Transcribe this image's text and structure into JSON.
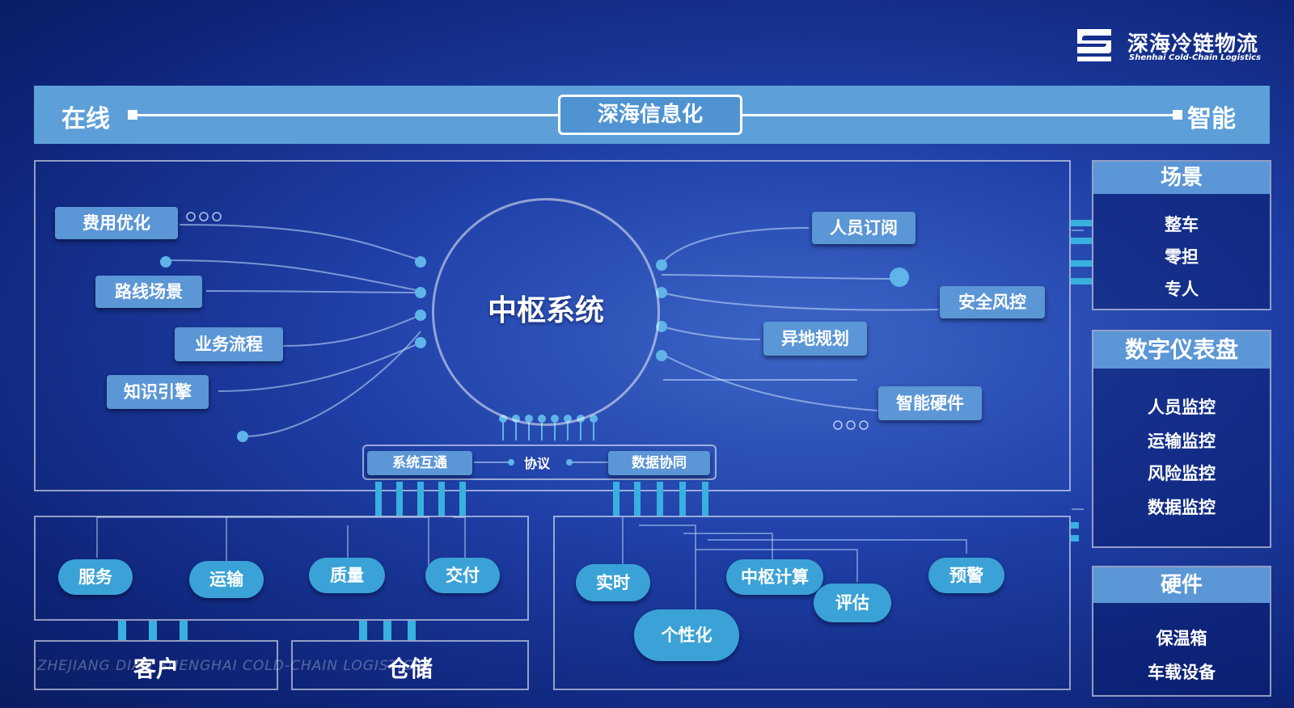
{
  "brand": {
    "name_cn": "深海冷链物流",
    "name_en": "Shenhai Cold-Chain Logistics"
  },
  "banner": {
    "left": "在线",
    "center": "深海信息化",
    "right": "智能"
  },
  "hub": {
    "title": "中枢系统"
  },
  "left_tags": [
    "费用优化",
    "路线场景",
    "业务流程",
    "知识引擎"
  ],
  "right_tags": [
    "人员订阅",
    "安全风控",
    "异地规划",
    "智能硬件"
  ],
  "connector": {
    "left": "系统互通",
    "middle": "协议",
    "right": "数据协同"
  },
  "left_clouds": [
    "服务",
    "运输",
    "质量",
    "交付"
  ],
  "right_clouds": [
    "实时",
    "中枢计算",
    "评估",
    "预警",
    "个性化"
  ],
  "bottom": {
    "customer": "客户",
    "warehouse": "仓储"
  },
  "watermark": "ZHEJIANG DIAN SHENGHAI COLD-CHAIN LOGISTICS",
  "panels": {
    "scene": {
      "title": "场景",
      "items": [
        "整车",
        "零担",
        "专人"
      ]
    },
    "dashboard": {
      "title": "数字仪表盘",
      "items": [
        "人员监控",
        "运输监控",
        "风险监控",
        "数据监控"
      ]
    },
    "hardware": {
      "title": "硬件",
      "items": [
        "保温箱",
        "车载设备"
      ]
    }
  },
  "colors": {
    "background": "#1f40a8",
    "banner": "#5d9fd9",
    "tag": "#5b96d6",
    "cloud": "#3aa2d6",
    "bar": "#38b0e0"
  }
}
